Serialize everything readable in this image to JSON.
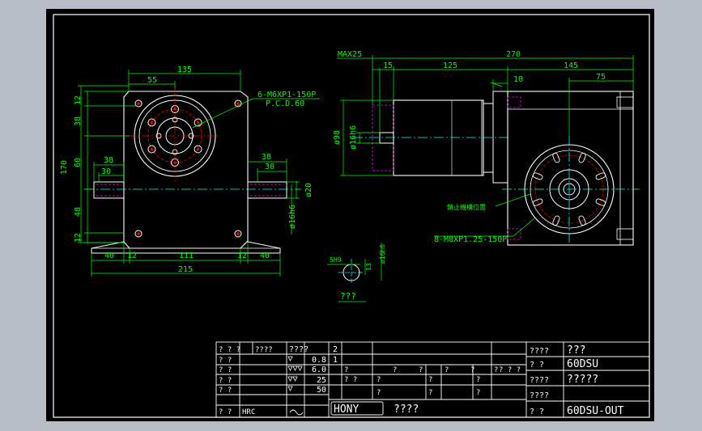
{
  "colors": {
    "window_bg": "#b9bdc8",
    "paper": "#000000",
    "frame": "#ffffff",
    "geometry": "#ffffff",
    "dimension": "#00ff00",
    "center": "#00ffff",
    "hidden": "#ff00ff",
    "red": "#ff0000",
    "yellow": "#ffff00"
  },
  "front_view": {
    "dims": {
      "top_width": "135",
      "half_width": "55",
      "h12_top": "12",
      "h38": "38",
      "h170": "170",
      "h60": "60",
      "h48": "48",
      "h12_bottom": "12",
      "shaft_38": "38",
      "shaft_30": "30",
      "right_38": "38",
      "right_30": "30",
      "dia20": "ø20",
      "dia16": "ø16h6",
      "b40_left": "40",
      "b12_left": "12",
      "b111": "111",
      "b12_right": "12",
      "b40_right": "40",
      "total_215": "215"
    },
    "note_holes": "6-M6XP1-150P",
    "note_pcd": "P.C.D.60"
  },
  "side_view": {
    "dims": {
      "max25": "MAX25",
      "d15": "15",
      "d125": "125",
      "d270": "270",
      "d145": "145",
      "d10": "10",
      "d75": "75",
      "dia98": "ø98",
      "dia16": "ø16h6"
    },
    "note_lock": "鎖止機構位置",
    "note_thread": "8-M8XP1.25-150P"
  },
  "key_detail": {
    "dim_5h9": "5H9",
    "dim_13": "13",
    "dim_16h6": "ø16h6",
    "caption": "???"
  },
  "title_block": {
    "left_rows": [
      {
        "a": "? ? ?",
        "b": "????",
        "c": "????"
      },
      {
        "a": "? ?",
        "b": "",
        "c": "0.8"
      },
      {
        "a": "? ?",
        "b": "",
        "c": "6.0"
      },
      {
        "a": "? ?",
        "b": "",
        "c": "25"
      },
      {
        "a": "? ?",
        "b": "",
        "c": "50"
      },
      {
        "a": "? ?",
        "b": "HRC",
        "c": ""
      }
    ],
    "rev_numbers": [
      "2",
      "1"
    ],
    "mid_header": [
      "?",
      "?",
      "?",
      "?",
      "?",
      "?",
      "? ? ?"
    ],
    "mid_row_a": [
      "? ?",
      "?",
      "?",
      "?"
    ],
    "mid_row_b": [
      "?",
      "?",
      "?"
    ],
    "company": "HONY",
    "company_suffix": "????",
    "right": [
      {
        "label": "????",
        "value": "???"
      },
      {
        "label": "?   ?",
        "value": "60DSU"
      },
      {
        "label": "????",
        "value": "?????"
      },
      {
        "label": "????",
        "value": ""
      },
      {
        "label": "?   ?",
        "value": "60DSU-OUT"
      }
    ]
  }
}
